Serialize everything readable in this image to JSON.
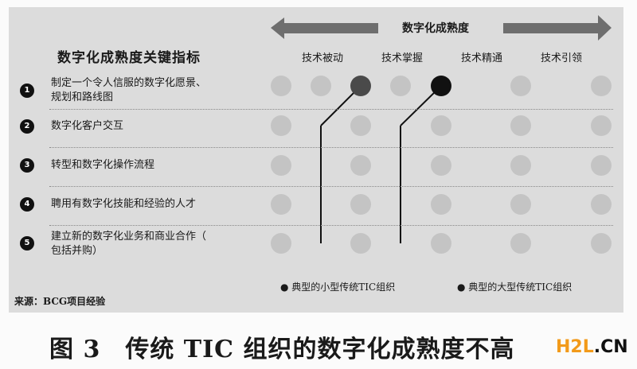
{
  "header": {
    "title": "数字化成熟度关键指标",
    "axis_label": "数字化成熟度"
  },
  "columns": [
    "技术被动",
    "技术掌握",
    "技术精通",
    "技术引领"
  ],
  "rows": [
    {
      "num": "1",
      "line1": "制定一个令人信服的数字化愿景、",
      "line2": "规划和路线图"
    },
    {
      "num": "2",
      "line1": "数字化客户交互",
      "line2": ""
    },
    {
      "num": "3",
      "line1": "转型和数字化操作流程",
      "line2": ""
    },
    {
      "num": "4",
      "line1": "聘用有数字化技能和经验的人才",
      "line2": ""
    },
    {
      "num": "5",
      "line1": "建立新的数字化业务和商业合作（",
      "line2": "包括并购）"
    }
  ],
  "positions": {
    "small": [
      2,
      1,
      1,
      1,
      1
    ],
    "large": [
      4,
      3,
      3,
      3,
      3
    ]
  },
  "legend": {
    "small": "● 典型的小型传统TIC组织",
    "large": "● 典型的大型传统TIC组织"
  },
  "source": "来源：BCG项目经验",
  "caption": "图 3　传统 TIC 组织的数字化成熟度不高",
  "watermark": "H2L.CN",
  "colors": {
    "small": "#4a4a4a",
    "large": "#111111",
    "empty": "#c4c4c4",
    "panel": "#dcdcdc"
  }
}
